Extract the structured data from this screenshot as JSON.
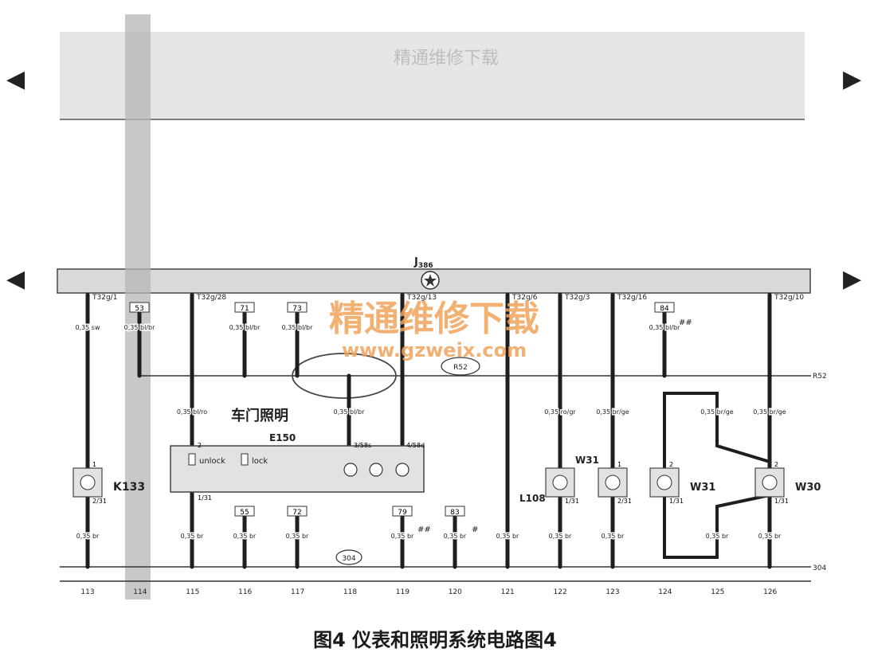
{
  "figure": {
    "caption": "图4  仪表和照明系统电路图4"
  },
  "nav": {
    "left_glyph": "◀",
    "right_glyph": "▶"
  },
  "top_band": {
    "text": "精通维修下载"
  },
  "bus": {
    "component": "J",
    "component_sub": "386",
    "rail_r52": "R52",
    "rail_304": "304",
    "node_r52": "R52",
    "node_304": "304"
  },
  "pins": {
    "p113": "T32g/1",
    "p115": "T32g/28",
    "p119": "T32g/13",
    "p121": "T32g/6",
    "p122": "T32g/3",
    "p123": "T32g/16",
    "p126": "T32g/10"
  },
  "refs": {
    "r114": "53",
    "r116": "71",
    "r118": "73",
    "r124": "84",
    "r116b": "55",
    "r117b": "72",
    "r119b": "79",
    "r120b": "83"
  },
  "wires": {
    "w113": "0,35 sw",
    "w114": "0,35 bl/br",
    "w116": "0,35 bl/br",
    "w118": "0,35 bl/br",
    "w115": "0,35 bl/ro",
    "w118b": "0,35 bl/br",
    "w122": "0,35 ro/gr",
    "w123": "0,35 br/ge",
    "w125": "0,35 br/ge",
    "w126": "0,35 br/ge",
    "wb113": "0,35 br",
    "wb115": "0,35 br",
    "wb116": "0,35 br",
    "wb117": "0,35 br",
    "wb119": "0,35 br",
    "wb120": "0,35 br",
    "wb121": "0,35 br",
    "wb122": "0,35 br",
    "wb123": "0,35 br",
    "wb125": "0,35 br",
    "wb126": "0,35 br",
    "mark": "##",
    "mark1": "#"
  },
  "components": {
    "k133": "K133",
    "e150": "E150",
    "door_light_label": "车门照明",
    "unlock": "unlock",
    "lock": "lock",
    "l108": "L108",
    "w31a": "W31",
    "w31b": "W31",
    "w30": "W30",
    "pin_2": "2",
    "pin_1": "1",
    "pin_2_31": "2/31",
    "pin_1_31": "1/31",
    "pin_3_58s": "3/58s",
    "pin_4_58d": "4/58d"
  },
  "watermark": {
    "cn": "精通维修下载",
    "url": "www.gzweix.com"
  },
  "columns": [
    "113",
    "114",
    "115",
    "116",
    "117",
    "118",
    "119",
    "120",
    "121",
    "122",
    "123",
    "124",
    "125",
    "126"
  ]
}
